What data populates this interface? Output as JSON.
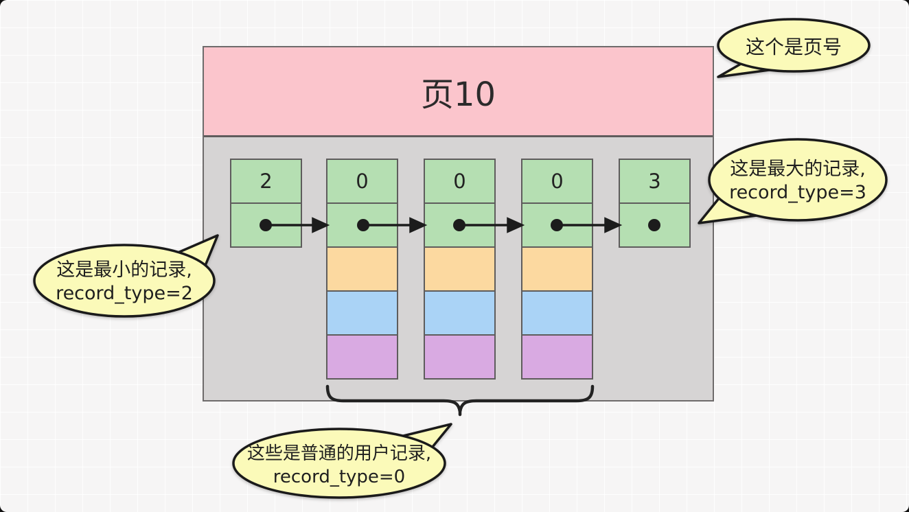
{
  "page": {
    "title": "页10",
    "records": [
      {
        "record_type": "2",
        "role": "min"
      },
      {
        "record_type": "0",
        "role": "user"
      },
      {
        "record_type": "0",
        "role": "user"
      },
      {
        "record_type": "0",
        "role": "user"
      },
      {
        "record_type": "3",
        "role": "max"
      }
    ]
  },
  "callouts": {
    "page_number": {
      "line1": "这个是页号"
    },
    "max_record": {
      "line1": "这是最大的记录,",
      "line2": "record_type=3"
    },
    "min_record": {
      "line1": "这是最小的记录,",
      "line2": "record_type=2"
    },
    "user_records": {
      "line1": "这些是普通的用户记录,",
      "line2": "record_type=0"
    }
  },
  "colors": {
    "page_header_pink": "#FBC5CC",
    "page_body_gray": "#D6D4D4",
    "record_green": "#B5DFB2",
    "user_cell_orange": "#FCD9A0",
    "user_cell_blue": "#AAD3F6",
    "user_cell_purple": "#D9AAE2",
    "callout_yellow": "#FBFAB9"
  }
}
